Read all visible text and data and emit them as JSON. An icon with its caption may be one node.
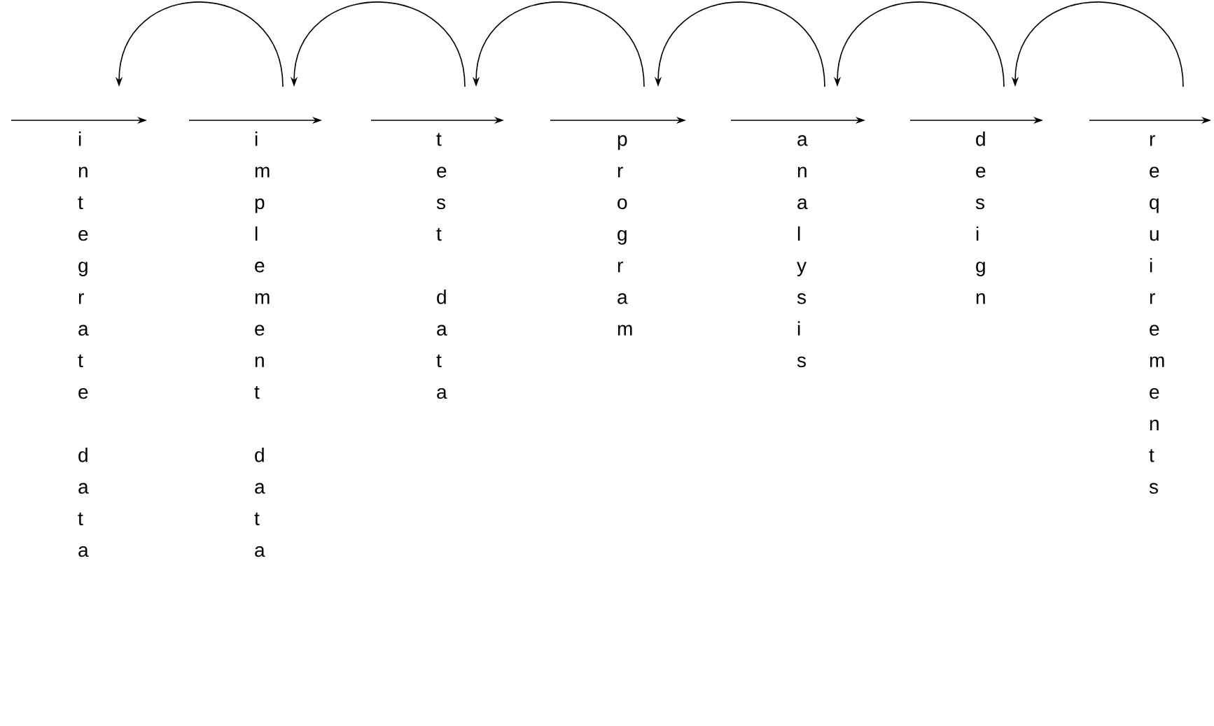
{
  "diagram": {
    "nodes": [
      {
        "text": [
          "integrate data"
        ]
      },
      {
        "text": [
          "implement data"
        ]
      },
      {
        "text": [
          "test data"
        ]
      },
      {
        "text": [
          "program"
        ]
      },
      {
        "text": [
          "analysis"
        ]
      },
      {
        "text": [
          "design"
        ]
      },
      {
        "text": [
          "requirements"
        ]
      }
    ],
    "edges": [
      {
        "from": 1,
        "to": 0,
        "arrow": "to"
      },
      {
        "from": 2,
        "to": 1,
        "arrow": "to"
      },
      {
        "from": 3,
        "to": 2,
        "arrow": "to"
      },
      {
        "from": 4,
        "to": 3,
        "arrow": "to"
      },
      {
        "from": 5,
        "to": 4,
        "arrow": "to"
      },
      {
        "from": 6,
        "to": 5,
        "arrow": "to"
      }
    ]
  }
}
